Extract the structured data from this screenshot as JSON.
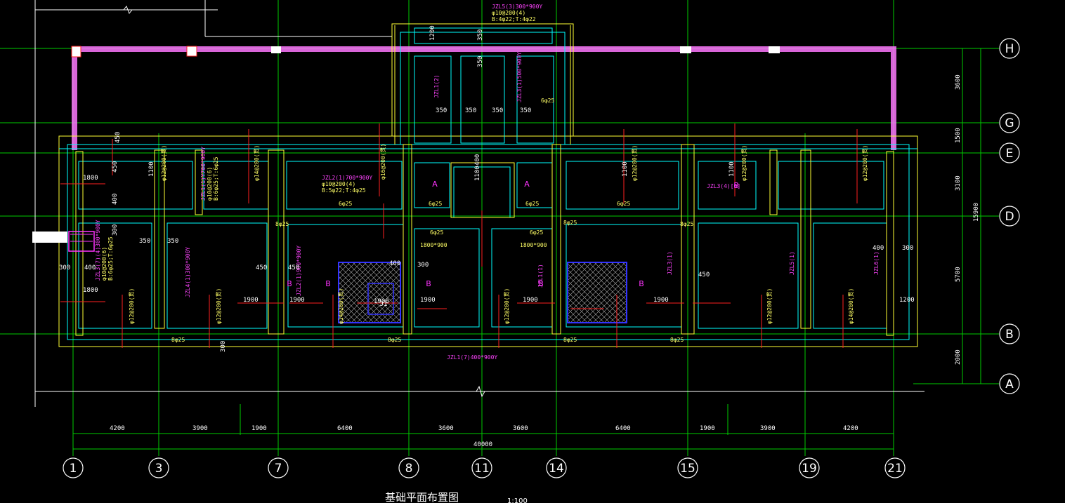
{
  "title": "基础平面布置图",
  "scale": "1:100",
  "colors": {
    "background": "#000000",
    "axis_line": "#00cc00",
    "wall": "#ffff33",
    "footing": "#00ffff",
    "beam_label": "#ff33ff",
    "rebar": "#ff2020",
    "pit_hatch": "#3333ff"
  },
  "col_axes": [
    {
      "id": "1"
    },
    {
      "id": "3"
    },
    {
      "id": "7"
    },
    {
      "id": "8"
    },
    {
      "id": "11"
    },
    {
      "id": "14"
    },
    {
      "id": "15"
    },
    {
      "id": "19"
    },
    {
      "id": "21"
    }
  ],
  "row_axes": [
    {
      "id": "H"
    },
    {
      "id": "G"
    },
    {
      "id": "E"
    },
    {
      "id": "D"
    },
    {
      "id": "B"
    },
    {
      "id": "A"
    }
  ],
  "bottom_dims": [
    "4200",
    "3900",
    "1900",
    "6400",
    "3600",
    "3600",
    "6400",
    "1900",
    "3900",
    "4200"
  ],
  "total_dim": "40000",
  "right_dims": [
    "3600",
    "1500",
    "3100",
    "5700",
    "2000"
  ],
  "right_total": "15900",
  "beam_labels": [
    {
      "text": "JZL5(3)300*900Y"
    },
    {
      "text": "φ10@200(4)"
    },
    {
      "text": "B:4φ22;T:4φ22"
    },
    {
      "text": "JZL1(1)Y700*900Y"
    },
    {
      "text": "φ10@200(6)"
    },
    {
      "text": "B:6φ25;T:6φ25"
    },
    {
      "text": "JZL1(2)"
    },
    {
      "text": "JZL2(1)700*900Y"
    },
    {
      "text": "JZL3(1)500*900Y"
    },
    {
      "text": "φ10@200(4)"
    },
    {
      "text": "B:5φ22;T:4φ25"
    },
    {
      "text": "JZL1(7)400*900Y"
    },
    {
      "text": "JZL1(1)"
    },
    {
      "text": "JZL3(1)"
    },
    {
      "text": "JZL5(1)"
    },
    {
      "text": "JZL6(1)"
    },
    {
      "text": "JZL3(4)[0]"
    },
    {
      "text": "JZL3(7)(4)300*900Y"
    },
    {
      "text": "φ10@200(6)"
    },
    {
      "text": "B:6φ25;T:6φ25"
    },
    {
      "text": "JZL4(1)300*900Y"
    },
    {
      "text": "JZL2(1)900*900Y"
    }
  ],
  "rebar_notes": [
    {
      "text": "φ12@200(贯)"
    },
    {
      "text": "φ14@200(贯)"
    },
    {
      "text": "φ16@200(贯)"
    },
    {
      "text": "φ12@200(贯)"
    },
    {
      "text": "φ12@200(贯)"
    },
    {
      "text": "φ12@200(贯)"
    },
    {
      "text": "φ12@200(贯)"
    },
    {
      "text": "φ12@200(贯)"
    },
    {
      "text": "φ14@200(贯)"
    },
    {
      "text": "φ12@200(贯)"
    },
    {
      "text": "φ12@200(贯)"
    },
    {
      "text": "φ14@200(贯)"
    }
  ],
  "bar_counts": [
    {
      "text": "6φ25"
    },
    {
      "text": "6φ25"
    },
    {
      "text": "6φ25"
    },
    {
      "text": "6φ25"
    },
    {
      "text": "6φ25"
    },
    {
      "text": "8φ25"
    },
    {
      "text": "8φ25"
    },
    {
      "text": "8φ25"
    },
    {
      "text": "8φ25"
    },
    {
      "text": "8φ25"
    },
    {
      "text": "6φ25"
    },
    {
      "text": "8φ25"
    },
    {
      "text": "8φ25"
    },
    {
      "text": "6φ25"
    }
  ],
  "local_dims": [
    {
      "text": "1200"
    },
    {
      "text": "350"
    },
    {
      "text": "350"
    },
    {
      "text": "350"
    },
    {
      "text": "350"
    },
    {
      "text": "350"
    },
    {
      "text": "350"
    },
    {
      "text": "450"
    },
    {
      "text": "450"
    },
    {
      "text": "400"
    },
    {
      "text": "1800"
    },
    {
      "text": "300"
    },
    {
      "text": "400"
    },
    {
      "text": "1800"
    },
    {
      "text": "450"
    },
    {
      "text": "450"
    },
    {
      "text": "1900"
    },
    {
      "text": "1900"
    },
    {
      "text": "1900"
    },
    {
      "text": "1900"
    },
    {
      "text": "1900"
    },
    {
      "text": "1900"
    },
    {
      "text": "400"
    },
    {
      "text": "300"
    },
    {
      "text": "300"
    },
    {
      "text": "350"
    },
    {
      "text": "350"
    },
    {
      "text": "400"
    },
    {
      "text": "300"
    },
    {
      "text": "450"
    },
    {
      "text": "1200"
    },
    {
      "text": "1100"
    },
    {
      "text": "1100"
    },
    {
      "text": "1100"
    },
    {
      "text": "1100"
    },
    {
      "text": "1800*900"
    },
    {
      "text": "1800*900"
    },
    {
      "text": "400"
    },
    {
      "text": "300"
    }
  ],
  "zone_tags": [
    {
      "text": "A"
    },
    {
      "text": "A"
    },
    {
      "text": "B"
    },
    {
      "text": "B"
    },
    {
      "text": "B"
    },
    {
      "text": "B"
    },
    {
      "text": "B"
    },
    {
      "text": "B"
    }
  ],
  "pit_label": "J1"
}
